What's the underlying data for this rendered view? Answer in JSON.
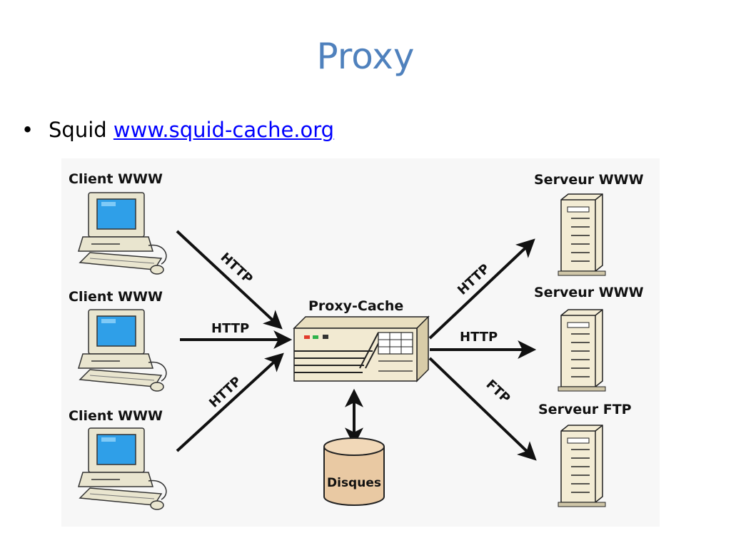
{
  "slide": {
    "title": "Proxy",
    "bullet_text": "Squid",
    "bullet_link": "www.squid-cache.org"
  },
  "diagram": {
    "clients": [
      {
        "label": "Client WWW"
      },
      {
        "label": "Client WWW"
      },
      {
        "label": "Client WWW"
      }
    ],
    "servers": [
      {
        "label": "Serveur WWW"
      },
      {
        "label": "Serveur WWW"
      },
      {
        "label": "Serveur FTP"
      }
    ],
    "proxy_label": "Proxy-Cache",
    "disk_label": "Disques",
    "protocols": {
      "client_top": "HTTP",
      "client_mid": "HTTP",
      "client_bottom": "HTTP",
      "server_top": "HTTP",
      "server_mid": "HTTP",
      "server_bottom": "FTP"
    },
    "colors": {
      "background": "#f7f7f7",
      "screen": "#2f9fe8",
      "monitor": "#e9e5cf",
      "proxy_body": "#f2ead2",
      "disk": "#e9c9a3",
      "arrow": "#111111",
      "title": "#4f81bd"
    }
  }
}
